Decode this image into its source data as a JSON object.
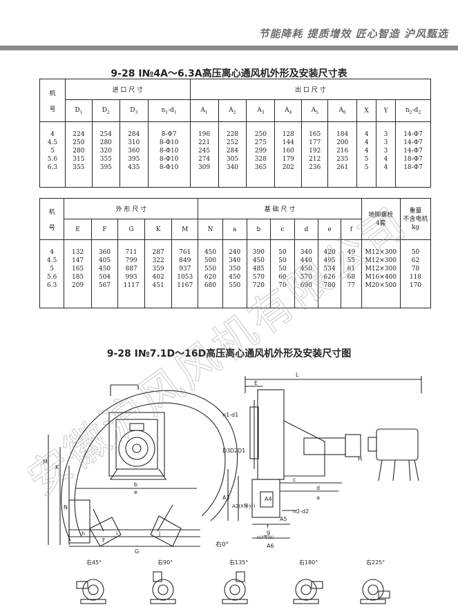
{
  "header": {
    "slogan": "节能降耗 提质增效 匠心智造 沪风甄选"
  },
  "table1": {
    "title": "9-28 Ⅰ№4A～6.3A高压离心通风机外形及安装尺寸表",
    "col_machine": [
      "机",
      "号"
    ],
    "group_inlet": "进 口 尺 寸",
    "group_outlet": "出 口 尺 寸",
    "columns": [
      "D1",
      "D2",
      "D3",
      "n1-d1",
      "A1",
      "A2",
      "A3",
      "A4",
      "A5",
      "A6",
      "X",
      "Y",
      "n2-d2"
    ],
    "rows": [
      [
        "4",
        "224",
        "254",
        "284",
        "8-Φ7",
        "196",
        "228",
        "250",
        "128",
        "165",
        "184",
        "4",
        "3",
        "14-Φ7"
      ],
      [
        "4.5",
        "250",
        "280",
        "310",
        "8-Φ10",
        "221",
        "252",
        "275",
        "144",
        "177",
        "200",
        "4",
        "3",
        "14-Φ7"
      ],
      [
        "5",
        "280",
        "320",
        "360",
        "8-Φ10",
        "245",
        "284",
        "299",
        "160",
        "192",
        "216",
        "4",
        "3",
        "14-Φ7"
      ],
      [
        "5.6",
        "315",
        "355",
        "395",
        "8-Φ10",
        "274",
        "305",
        "328",
        "179",
        "212",
        "235",
        "5",
        "4",
        "18-Φ7"
      ],
      [
        "6.3",
        "355",
        "395",
        "435",
        "8-Φ10",
        "309",
        "340",
        "365",
        "202",
        "236",
        "261",
        "5",
        "4",
        "18-Φ7"
      ]
    ]
  },
  "table2": {
    "col_machine": [
      "机",
      "号"
    ],
    "group_shape": "外 形 尺 寸",
    "group_base": "基 础 尺 寸",
    "col_bolt": [
      "地脚螺栓",
      "4套"
    ],
    "col_weight": [
      "重量",
      "不含电机",
      "kg"
    ],
    "columns": [
      "E",
      "F",
      "G",
      "K",
      "M",
      "N",
      "a",
      "b",
      "c",
      "d",
      "e",
      "f"
    ],
    "rows": [
      [
        "4",
        "132",
        "360",
        "711",
        "287",
        "761",
        "450",
        "240",
        "390",
        "50",
        "340",
        "420",
        "49",
        "M12×300",
        "50"
      ],
      [
        "4.5",
        "147",
        "405",
        "799",
        "322",
        "849",
        "500",
        "340",
        "450",
        "50",
        "440",
        "495",
        "55",
        "M12×300",
        "62"
      ],
      [
        "5",
        "165",
        "450",
        "887",
        "359",
        "937",
        "550",
        "350",
        "485",
        "50",
        "450",
        "534",
        "61",
        "M12×300",
        "78"
      ],
      [
        "5.6",
        "185",
        "504",
        "993",
        "402",
        "1053",
        "620",
        "450",
        "570",
        "60",
        "570",
        "626",
        "68",
        "M16×400",
        "118"
      ],
      [
        "6.3",
        "209",
        "567",
        "1117",
        "451",
        "1167",
        "680",
        "550",
        "720",
        "70",
        "690",
        "780",
        "77",
        "M20×500",
        "170"
      ]
    ]
  },
  "diagram": {
    "title": "9-28 Ⅰ№7.1D～16D高压离心通风机外形及安装尺寸图",
    "front_labels": {
      "M": "M",
      "K": "K",
      "N": "N",
      "b": "b",
      "e": "e",
      "h": "h",
      "i": "i",
      "j": "j",
      "F": "F",
      "G": "G"
    },
    "side_labels": {
      "E": "E",
      "L": "L",
      "n1d1": "n1-d1",
      "D3": "D3",
      "D2": "D2",
      "D1": "D1",
      "H": "H",
      "A3": "A3",
      "A2": "A2(X等分)",
      "A4": "A4",
      "c": "c",
      "d": "d",
      "a": "a",
      "n2d2": "n2-d2",
      "A5": "A5",
      "f": "f",
      "g": "g",
      "nY": "n(Y等分)",
      "A6": "A6"
    },
    "orientations": [
      "右0°",
      "右45°",
      "右90°",
      "右135°",
      "右180°",
      "右225°"
    ]
  },
  "watermark": "安徽沪风风机有限公司",
  "colors": {
    "slogan": "#6e6e6e",
    "bar": "#8a8a8a",
    "line": "#222222"
  }
}
